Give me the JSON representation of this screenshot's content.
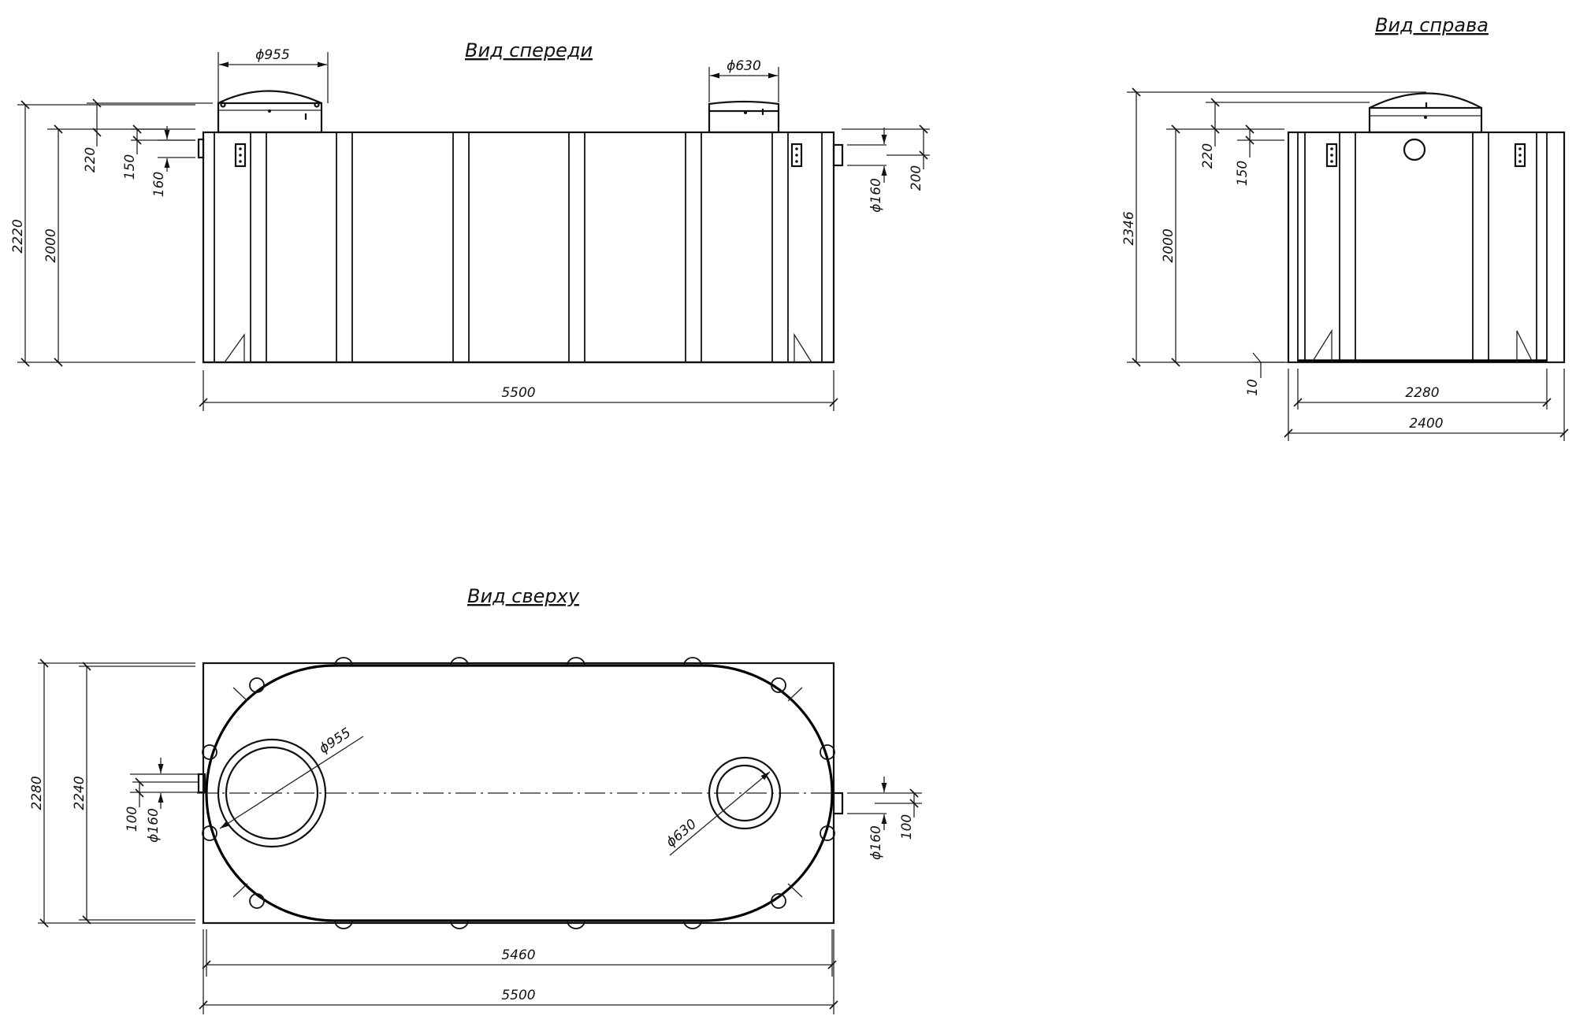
{
  "views": {
    "front": {
      "title": "Вид спереди"
    },
    "right": {
      "title": "Вид справа"
    },
    "top": {
      "title": "Вид сверху"
    }
  },
  "dimensions": {
    "front": {
      "neck_left_diameter": "ϕ955",
      "neck_right_diameter": "ϕ630",
      "total_height": "2220",
      "body_height": "2000",
      "neck_height": "220",
      "inlet_offset": "150",
      "inlet_diameter": "160",
      "outlet_diameter": "ϕ160",
      "outlet_offset": "200",
      "length": "5500"
    },
    "right": {
      "total_height": "2346",
      "body_height": "2000",
      "neck_height": "220",
      "inlet_offset": "150",
      "base_gap": "10",
      "inner_width": "2280",
      "outer_width": "2400"
    },
    "top": {
      "outer_width": "2280",
      "inner_width": "2240",
      "inlet_offset": "100",
      "inlet_diameter": "ϕ160",
      "neck_large_diameter": "ϕ955",
      "neck_small_diameter": "ϕ630",
      "outlet_diameter": "ϕ160",
      "outlet_offset": "100",
      "inner_length": "5460",
      "outer_length": "5500"
    }
  }
}
